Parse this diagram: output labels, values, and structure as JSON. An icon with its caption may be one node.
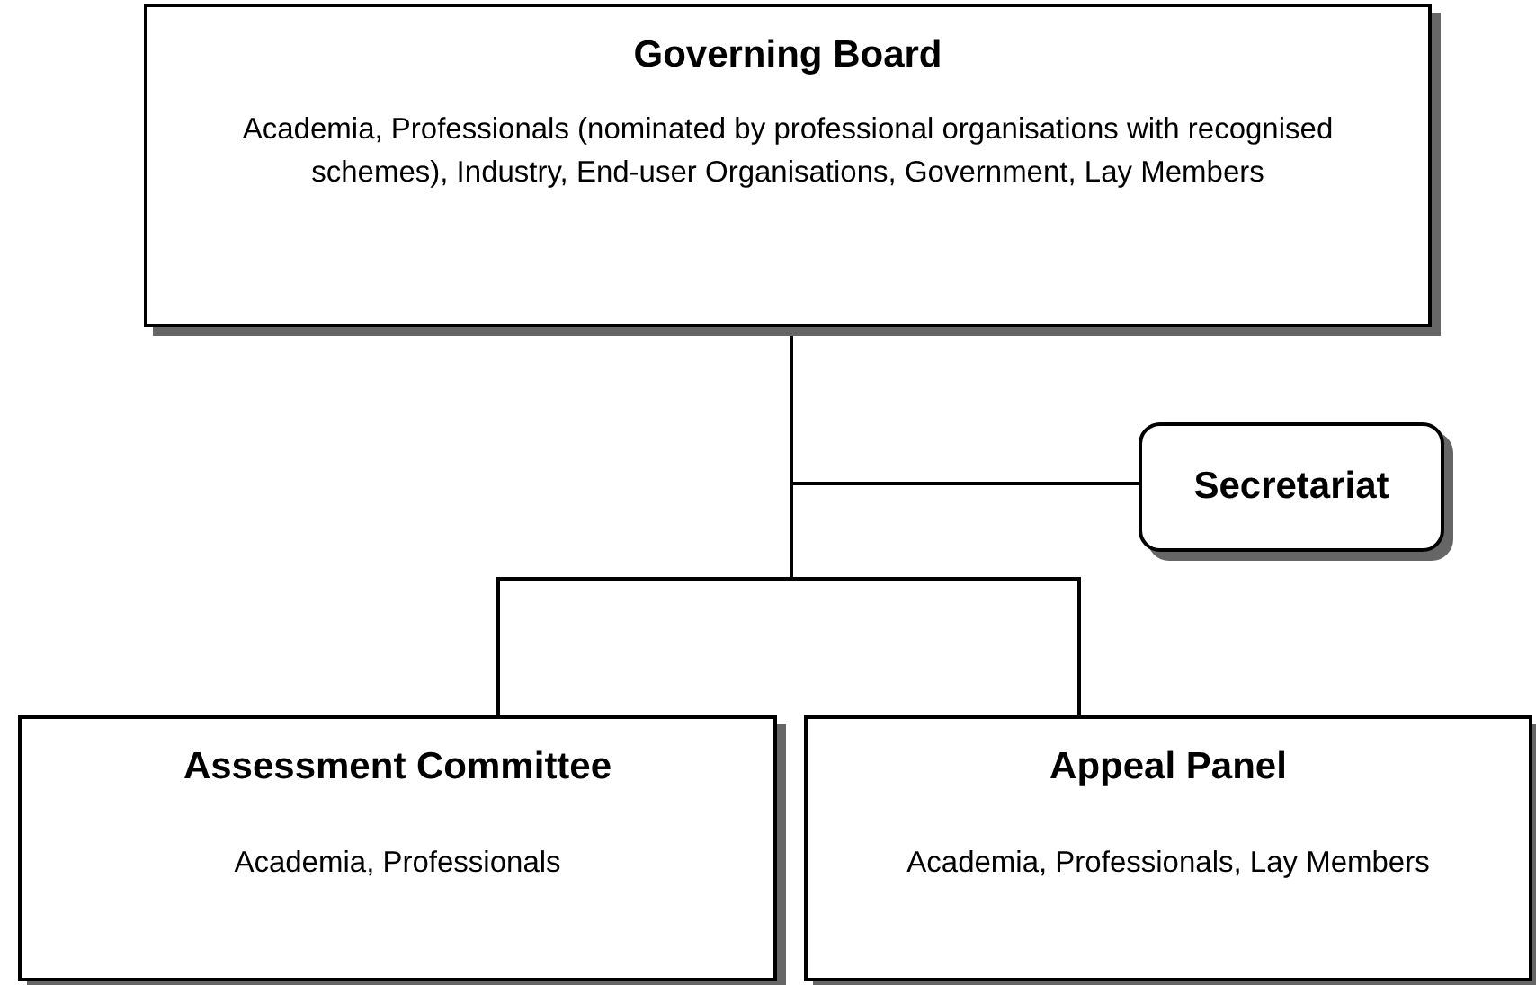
{
  "diagram": {
    "nodes": [
      {
        "text": [
          "Governing Board",
          "Academia, Professionals (nominated by professional organisations with recognised schemes), Industry, End-user Organisations, Government, Lay Members"
        ]
      },
      {
        "text": [
          "Secretariat"
        ]
      },
      {
        "text": [
          "Assessment Committee",
          "Academia, Professionals"
        ]
      },
      {
        "text": [
          "Appeal Panel",
          "Academia, Professionals, Lay Members"
        ]
      }
    ],
    "edges": [
      {
        "from": 0,
        "to": 1,
        "arrow": "none"
      },
      {
        "from": 0,
        "to": 2,
        "arrow": "none"
      },
      {
        "from": 0,
        "to": 3,
        "arrow": "none"
      }
    ]
  }
}
